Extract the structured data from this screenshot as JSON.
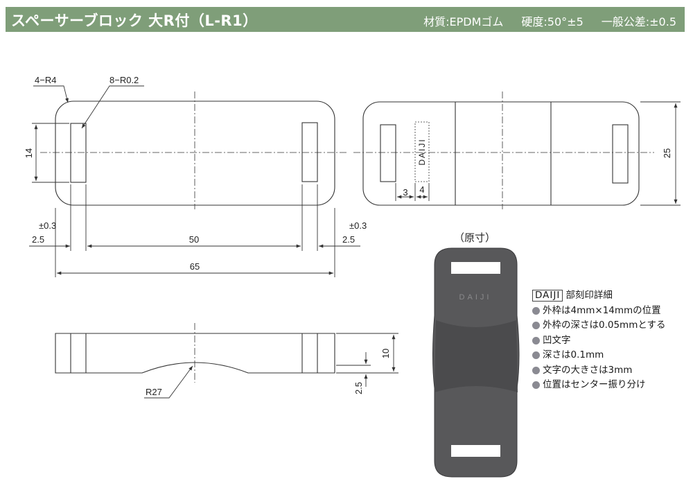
{
  "header": {
    "title": "スペーサーブロック 大R付（L-R1）",
    "material": "材質:EPDMゴム",
    "hardness": "硬度:50°±5",
    "tolerance": "一般公差:±0.5"
  },
  "dimensions": {
    "corner_radius": "4−R4",
    "slot_radius": "8−R0.2",
    "slot_height": "14",
    "left_tol": "±0.3",
    "right_tol": "±0.3",
    "left_offset": "2.5",
    "right_offset": "2.5",
    "slot_pitch": "50",
    "overall_length": "65",
    "width": "25",
    "text_offset": "3",
    "text_width": "4",
    "stamp_text": "DAIJI",
    "thickness": "10",
    "recess_depth": "2.5",
    "arc_radius": "R27"
  },
  "photo": {
    "caption": "（原寸）",
    "stamp_text": "DAIJI"
  },
  "notes": {
    "heading_box": "DAIJI",
    "heading": "部刻印詳細",
    "items": [
      "外枠は4mm×14mmの位置",
      "外枠の深さは0.05mmとする",
      "凹文字",
      "深さは0.1mm",
      "文字の大きさは3mm",
      "位置はセンター振り分け"
    ]
  },
  "colors": {
    "header_bg": "#7f9e79",
    "part_gray": "#58585a",
    "bullet": "#8a8a92"
  }
}
